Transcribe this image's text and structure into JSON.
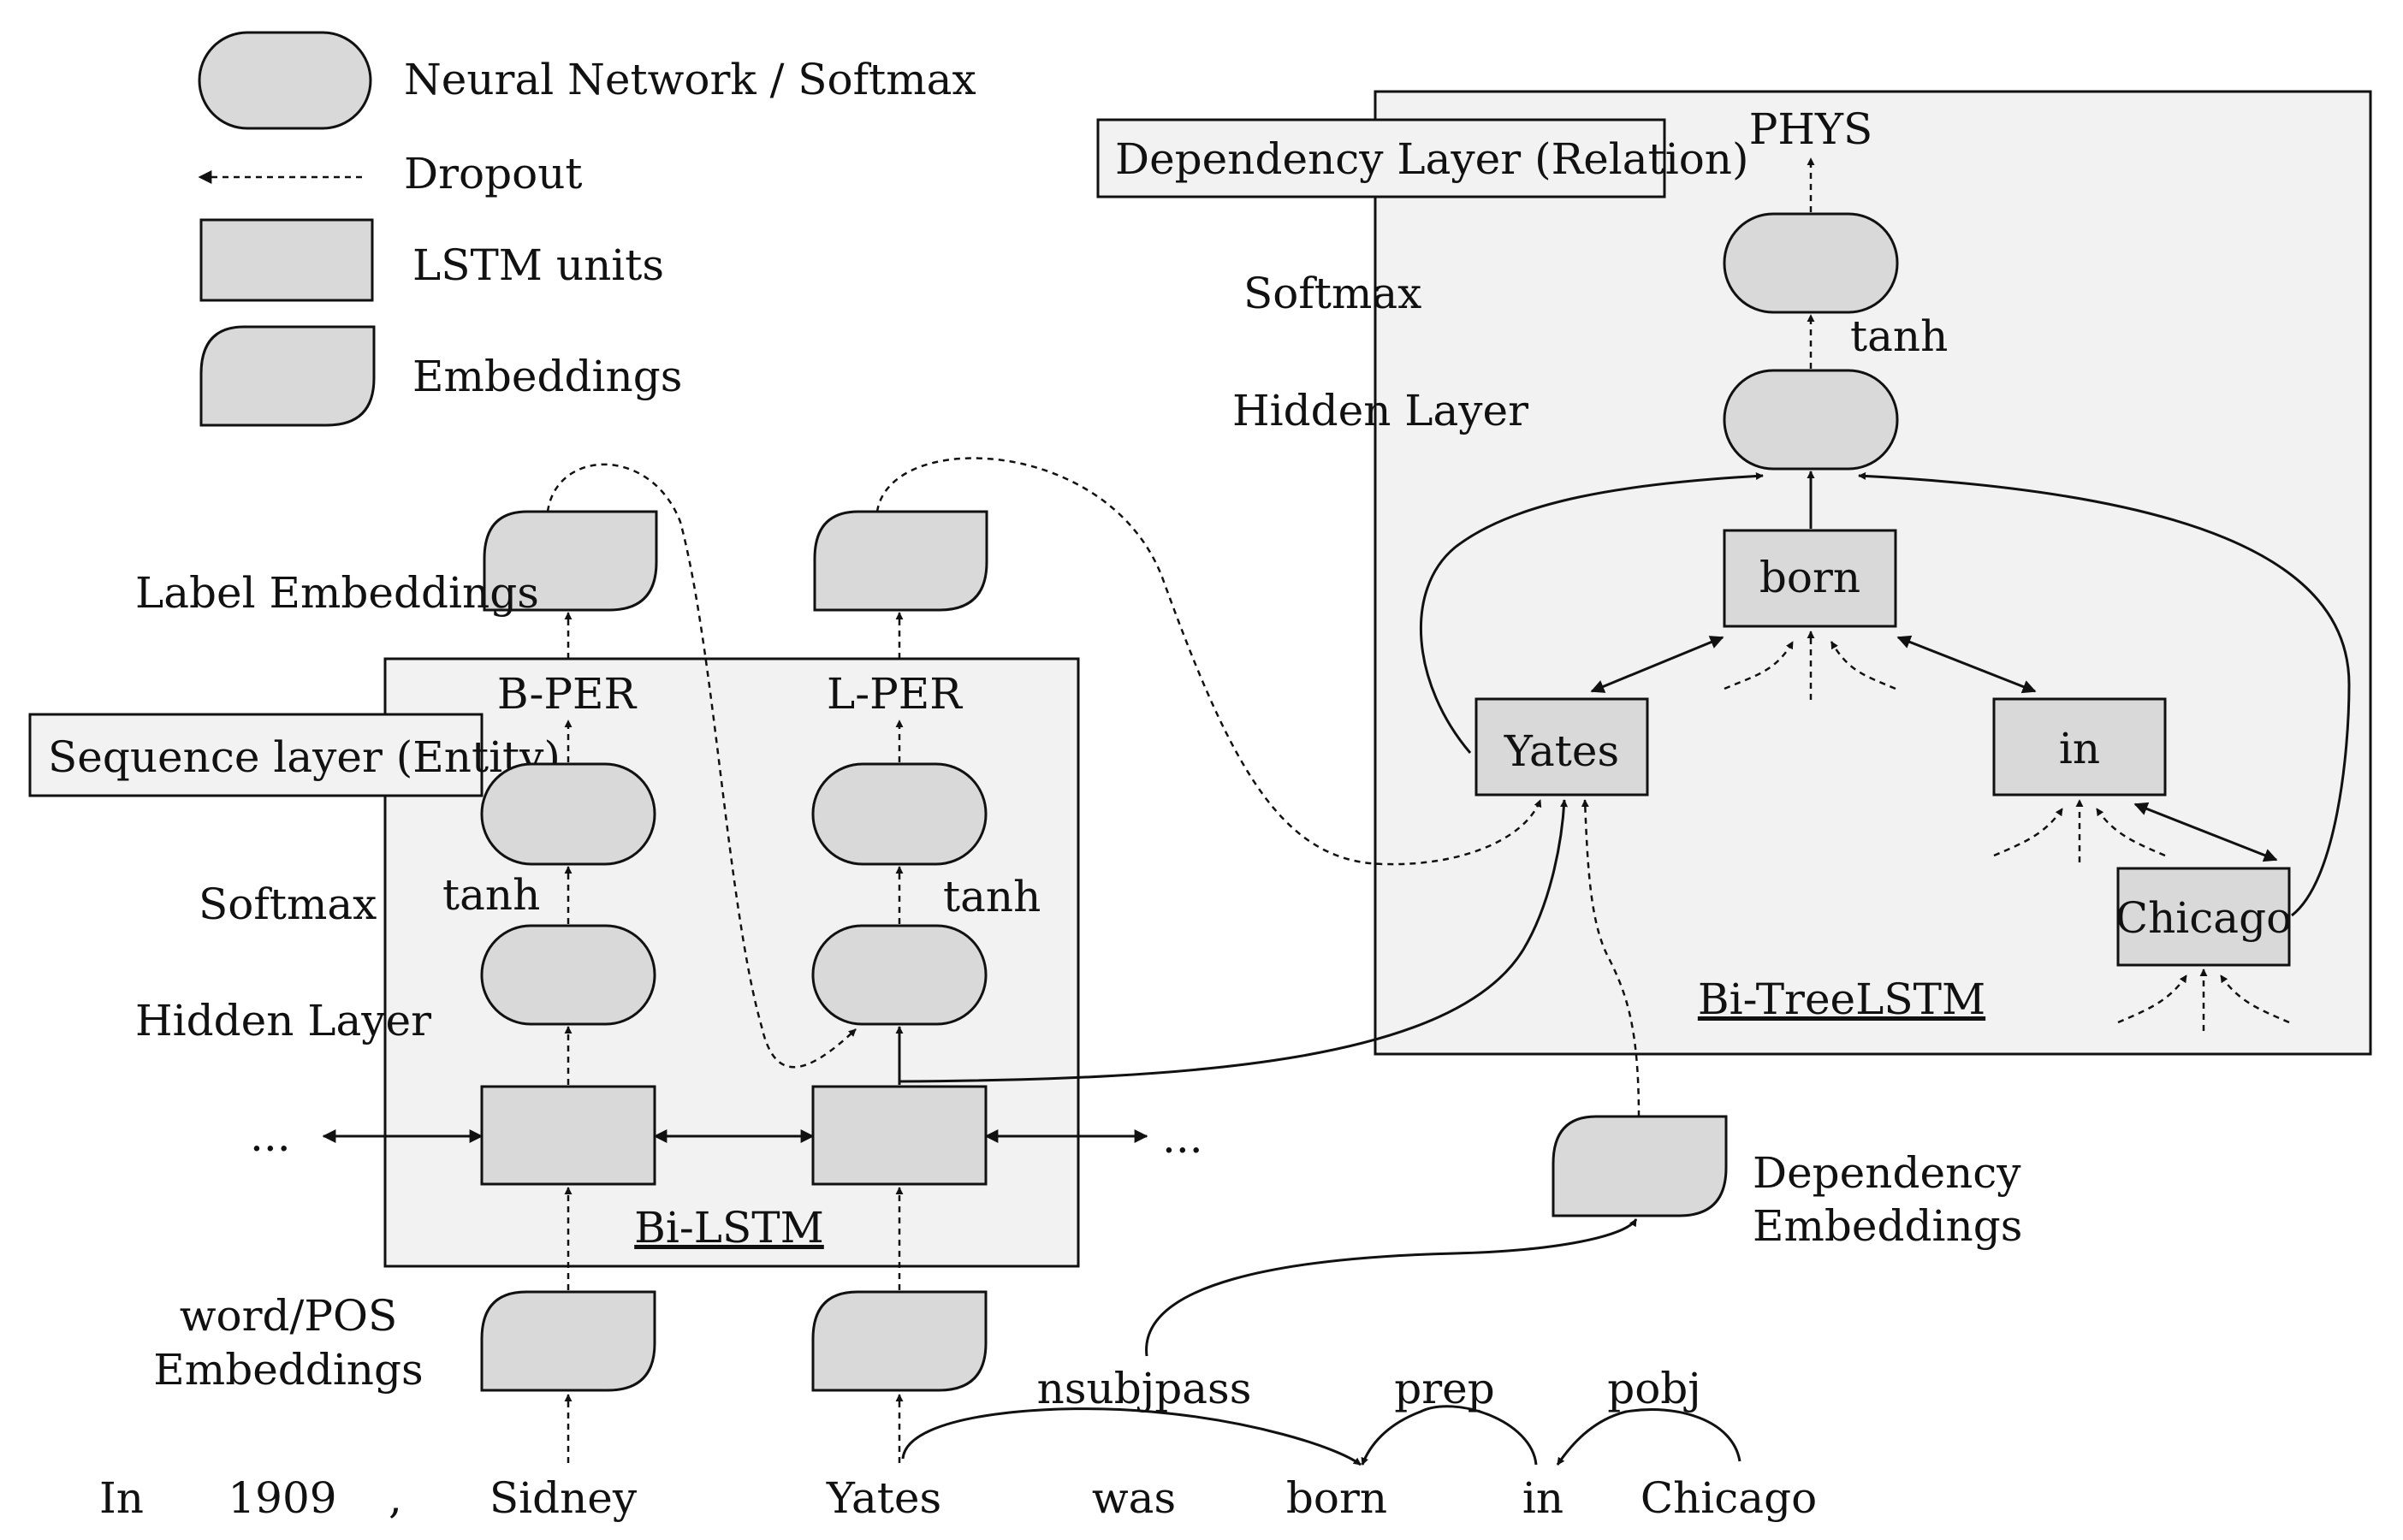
{
  "colors": {
    "node_fill": "#d9d9d9",
    "panel_fill": "#f2f2f2",
    "stroke": "#111111",
    "background": "#ffffff"
  },
  "legend": {
    "nn_label": "Neural Network / Softmax",
    "dropout_label": "Dropout",
    "lstm_label": "LSTM units",
    "embedding_label": "Embeddings"
  },
  "sequence_layer": {
    "title": "Sequence layer (Entity)",
    "label_embeddings": "Label Embeddings",
    "softmax": "Softmax",
    "hidden_layer": "Hidden Layer",
    "word_pos_line1": "word/POS",
    "word_pos_line2": "Embeddings",
    "tag_left": "B-PER",
    "tag_right": "L-PER",
    "tanh_left": "tanh",
    "tanh_right": "tanh",
    "ellipsis_left": "...",
    "ellipsis_right": "...",
    "bilstm": "Bi-LSTM"
  },
  "dependency_layer": {
    "title": "Dependency Layer (Relation)",
    "relation": "PHYS",
    "softmax": "Softmax",
    "tanh": "tanh",
    "hidden_layer": "Hidden Layer",
    "nodes": {
      "born": "born",
      "yates": "Yates",
      "in": "in",
      "chicago": "Chicago"
    },
    "bitreelstm": "Bi-TreeLSTM",
    "dep_emb_line1": "Dependency",
    "dep_emb_line2": "Embeddings"
  },
  "arcs": {
    "nsubjpass": "nsubjpass",
    "prep": "prep",
    "pobj": "pobj"
  },
  "sentence": [
    "In",
    "1909",
    ",",
    "Sidney",
    "Yates",
    "was",
    "born",
    "in",
    "Chicago"
  ]
}
